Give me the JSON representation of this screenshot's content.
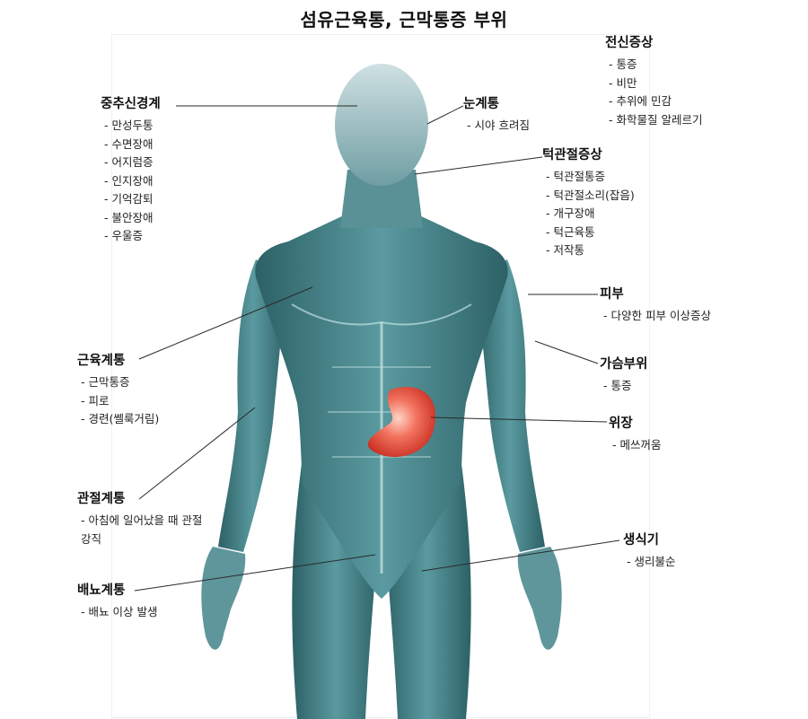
{
  "title": "섬유근육통, 근막통증 부위",
  "colors": {
    "muscle_dark": "#2c6166",
    "muscle_mid": "#4b8c92",
    "muscle_light": "#8fc1c4",
    "stomach": "#e84c3d",
    "leader": "#2a2a2a"
  },
  "groups": {
    "cns": {
      "title": "중추신경계",
      "items": [
        "만성두통",
        "수면장애",
        "어지럼증",
        "인지장애",
        "기억감퇴",
        "불안장애",
        "우울증"
      ]
    },
    "eye": {
      "title": "눈계통",
      "items": [
        "시야 흐려짐"
      ]
    },
    "systemic": {
      "title": "전신증상",
      "items": [
        "통증",
        "비만",
        "추위에 민감",
        "화학물질 알레르기"
      ]
    },
    "tmj": {
      "title": "턱관절증상",
      "items": [
        "턱관절통증",
        "턱관절소리(잡음)",
        "개구장애",
        "턱근육통",
        "저작통"
      ]
    },
    "skin": {
      "title": "피부",
      "items": [
        "다양한 피부 이상증상"
      ]
    },
    "muscle": {
      "title": "근육계통",
      "items": [
        "근막통증",
        "피로",
        "경련(쎌룩거림)"
      ]
    },
    "chest": {
      "title": "가슴부위",
      "items": [
        "통증"
      ]
    },
    "stomach": {
      "title": "위장",
      "items": [
        "메쓰꺼움"
      ]
    },
    "joint": {
      "title": "관절계통",
      "items": [
        "아침에 일어났을 때 관절강직"
      ]
    },
    "repro": {
      "title": "생식기",
      "items": [
        "생리불순"
      ]
    },
    "urinary": {
      "title": "배뇨계통",
      "items": [
        "배뇨 이상 발생"
      ]
    }
  }
}
